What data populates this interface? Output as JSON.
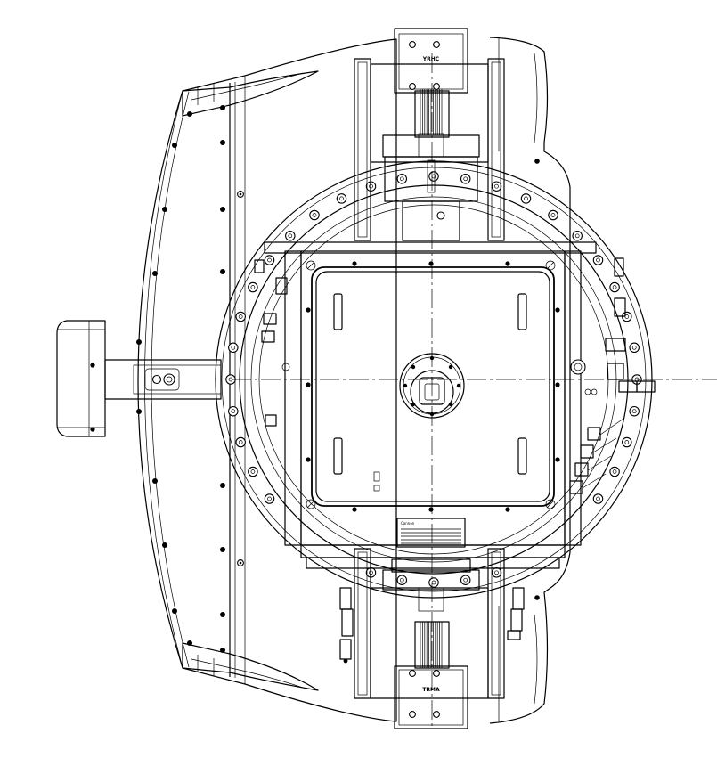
{
  "motor_labels": {
    "top": "YRHC",
    "bottom": "TRMA"
  },
  "nameplate": {
    "brand": "Cannon"
  },
  "colors": {
    "line": "#000000",
    "background": "#ffffff"
  }
}
